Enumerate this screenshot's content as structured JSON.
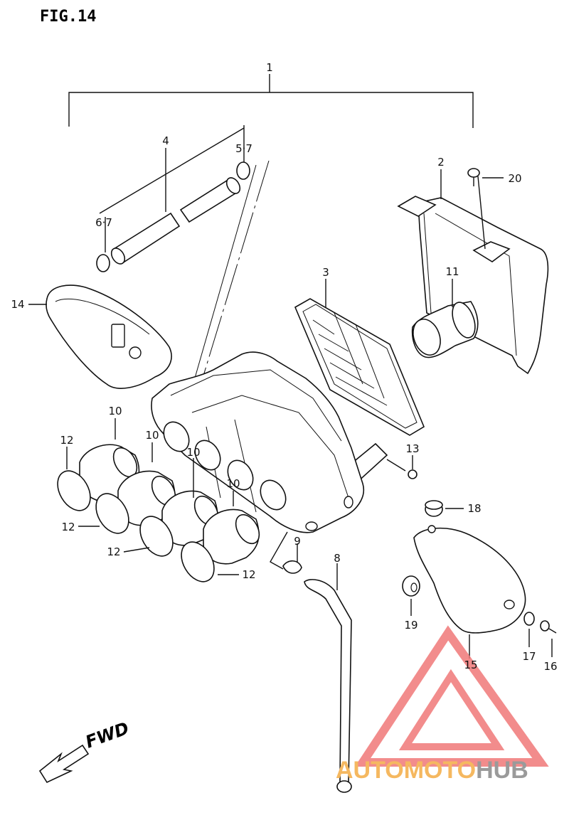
{
  "figure": {
    "title": "FIG.14"
  },
  "callouts": {
    "c1": "1",
    "c2": "2",
    "c3": "3",
    "c4": "4",
    "c57": "5·7",
    "c67": "6·7",
    "c8": "8",
    "c9": "9",
    "c10a": "10",
    "c10b": "10",
    "c10c": "10",
    "c10d": "10",
    "c11": "11",
    "c12a": "12",
    "c12b": "12",
    "c12c": "12",
    "c12d": "12",
    "c13": "13",
    "c14": "14",
    "c15": "15",
    "c16": "16",
    "c17": "17",
    "c18": "18",
    "c19": "19",
    "c20": "20"
  },
  "direction": {
    "label": "FWD"
  },
  "watermark": {
    "part1": "AUTO",
    "part2": "MOTO",
    "part3": "HUB",
    "color_red": "#f07878",
    "color_orange": "#f5b860",
    "color_gray": "#9a9a9a"
  }
}
